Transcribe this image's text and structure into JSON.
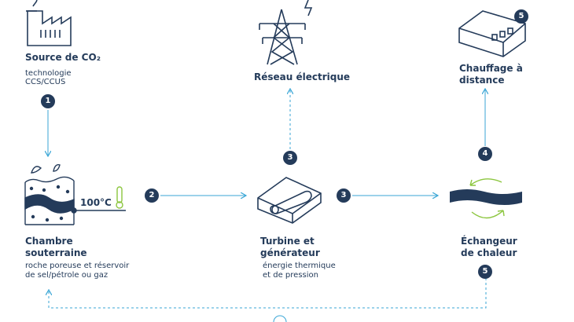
{
  "nodes": {
    "source": {
      "title": "Source de CO₂",
      "sub_line1": "technologie",
      "sub_line2": "CCS/CCUS"
    },
    "grid": {
      "title": "Réseau électrique"
    },
    "heating": {
      "title_line1": "Chauffage à",
      "title_line2": "distance"
    },
    "chamber": {
      "title_line1": "Chambre",
      "title_line2": "souterraine",
      "sub_line1": "roche poreuse et réservoir",
      "sub_line2": "de sel/pétrole ou gaz",
      "temperature": "100°C"
    },
    "turbine": {
      "title_line1": "Turbine et",
      "title_line2": "générateur",
      "sub_line1": "énergie thermique",
      "sub_line2": "et de pression"
    },
    "exchanger": {
      "title_line1": "Échangeur",
      "title_line2": "de chaleur"
    }
  },
  "steps": {
    "source_to_chamber": "1",
    "chamber_to_turbine": "2",
    "turbine_to_grid": "3",
    "turbine_to_exchanger": "3",
    "exchanger_to_heating": "4",
    "heating_badge": "5",
    "exchanger_return": "5"
  },
  "colors": {
    "dark_navy": "#243b5a",
    "arrow_blue": "#3aa6d6",
    "cycle_green": "#8cc63f"
  }
}
